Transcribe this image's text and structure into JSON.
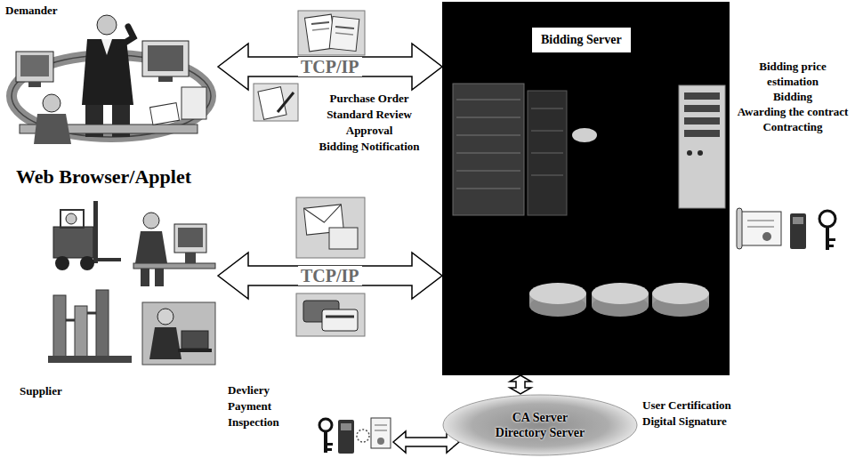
{
  "diagram": {
    "nodes": [
      {
        "text": [
          "Demander"
        ]
      },
      {
        "text": [
          "Supplier"
        ]
      },
      {
        "text": [
          "Bidding Server"
        ]
      },
      {
        "text": [
          "CA Server",
          "Directory Server"
        ]
      }
    ],
    "edges": [
      {
        "from": 0,
        "to": 2,
        "label": "TCP/IP",
        "arrow": "both"
      },
      {
        "from": 1,
        "to": 2,
        "label": "TCP/IP",
        "arrow": "both"
      },
      {
        "from": 2,
        "to": 3,
        "arrow": "both"
      }
    ],
    "labels": [
      "Purchase Order",
      "Standard Review",
      "Approval",
      "Bidding Notification",
      "Web Browser/Applet",
      "Devliery",
      "Payment",
      "Inspection",
      "Bidding price estimation",
      "Bidding",
      "Awarding the contract",
      "Contracting",
      "User Certification",
      "Digital Signature"
    ]
  }
}
